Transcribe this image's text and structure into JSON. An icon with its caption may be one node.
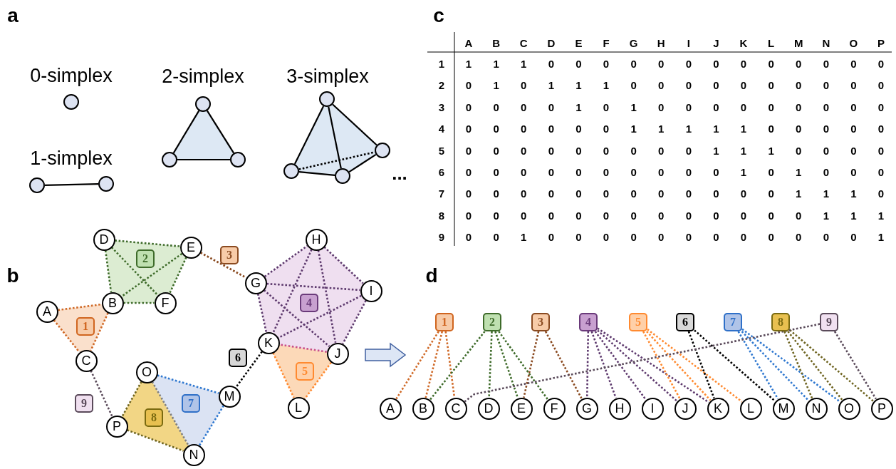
{
  "diagram": {
    "nodes": [
      {
        "text": [],
        "shape": "circle"
      },
      {
        "text": [],
        "shape": "circle"
      },
      {
        "text": [],
        "shape": "circle"
      },
      {
        "text": [],
        "shape": "circle"
      },
      {
        "text": [],
        "shape": "circle"
      },
      {
        "text": [],
        "shape": "circle"
      },
      {
        "text": [],
        "shape": "circle"
      },
      {
        "text": [],
        "shape": "circle"
      },
      {
        "text": [],
        "shape": "circle"
      },
      {
        "text": [],
        "shape": "circle"
      },
      {
        "text": [
          "A"
        ]
      },
      {
        "text": [
          "B"
        ]
      },
      {
        "text": [
          "C"
        ]
      },
      {
        "text": [
          "D"
        ]
      },
      {
        "text": [
          "E"
        ]
      },
      {
        "text": [
          "F"
        ]
      },
      {
        "text": [
          "G"
        ]
      },
      {
        "text": [
          "H"
        ]
      },
      {
        "text": [
          "I"
        ]
      },
      {
        "text": [
          "J"
        ]
      },
      {
        "text": [
          "K"
        ]
      },
      {
        "text": [
          "L"
        ]
      },
      {
        "text": [
          "M"
        ]
      },
      {
        "text": [
          "N"
        ]
      },
      {
        "text": [
          "O"
        ]
      },
      {
        "text": [
          "P"
        ]
      },
      {
        "text": [
          "1"
        ]
      },
      {
        "text": [
          "2"
        ]
      },
      {
        "text": [
          "3"
        ]
      },
      {
        "text": [
          "4"
        ]
      },
      {
        "text": [
          "5"
        ]
      },
      {
        "text": [
          "6"
        ]
      },
      {
        "text": [
          "7"
        ]
      },
      {
        "text": [
          "8"
        ]
      },
      {
        "text": [
          "9"
        ]
      },
      {
        "text": [
          "1"
        ]
      },
      {
        "text": [
          "2"
        ]
      },
      {
        "text": [
          "3"
        ]
      },
      {
        "text": [
          "4"
        ]
      },
      {
        "text": [
          "5"
        ]
      },
      {
        "text": [
          "6"
        ]
      },
      {
        "text": [
          "7"
        ]
      },
      {
        "text": [
          "8"
        ]
      },
      {
        "text": [
          "9"
        ]
      },
      {
        "text": [
          "A"
        ]
      },
      {
        "text": [
          "B"
        ]
      },
      {
        "text": [
          "C"
        ]
      },
      {
        "text": [
          "D"
        ]
      },
      {
        "text": [
          "E"
        ]
      },
      {
        "text": [
          "F"
        ]
      },
      {
        "text": [
          "G"
        ]
      },
      {
        "text": [
          "H"
        ]
      },
      {
        "text": [
          "I"
        ]
      },
      {
        "text": [
          "J"
        ]
      },
      {
        "text": [
          "K"
        ]
      },
      {
        "text": [
          "L"
        ]
      },
      {
        "text": [
          "M"
        ]
      },
      {
        "text": [
          "N"
        ]
      },
      {
        "text": [
          "O"
        ]
      },
      {
        "text": [
          "P"
        ]
      }
    ],
    "edges": [
      {
        "from": 1,
        "to": 2,
        "arrow": "none",
        "color": "#000000"
      },
      {
        "from": 3,
        "to": 4,
        "arrow": "none",
        "color": "#000000"
      },
      {
        "from": 3,
        "to": 5,
        "arrow": "none",
        "color": "#000000"
      },
      {
        "from": 4,
        "to": 5,
        "arrow": "none",
        "color": "#000000"
      },
      {
        "from": 6,
        "to": 7,
        "arrow": "none",
        "color": "#000000"
      },
      {
        "from": 6,
        "to": 8,
        "arrow": "none",
        "color": "#000000"
      },
      {
        "from": 6,
        "to": 9,
        "arrow": "none",
        "color": "#000000"
      },
      {
        "from": 7,
        "to": 8,
        "arrow": "none",
        "color": "#000000"
      },
      {
        "from": 8,
        "to": 9,
        "arrow": "none",
        "color": "#000000"
      },
      {
        "from": 7,
        "to": 9,
        "arrow": "none",
        "style": "dashed",
        "color": "#000000"
      },
      {
        "from": 10,
        "to": 11,
        "arrow": "none",
        "style": "dashed",
        "color": "#d06a28"
      },
      {
        "from": 11,
        "to": 12,
        "arrow": "none",
        "style": "dashed",
        "color": "#d06a28"
      },
      {
        "from": 10,
        "to": 12,
        "arrow": "none",
        "style": "dashed",
        "color": "#d06a28"
      },
      {
        "from": 13,
        "to": 14,
        "arrow": "none",
        "style": "dashed",
        "color": "#3e6b2a"
      },
      {
        "from": 13,
        "to": 11,
        "arrow": "none",
        "style": "dashed",
        "color": "#3e6b2a"
      },
      {
        "from": 13,
        "to": 15,
        "arrow": "none",
        "style": "dashed",
        "color": "#3e6b2a"
      },
      {
        "from": 14,
        "to": 11,
        "arrow": "none",
        "style": "dashed",
        "color": "#3e6b2a"
      },
      {
        "from": 14,
        "to": 15,
        "arrow": "none",
        "style": "dashed",
        "color": "#3e6b2a"
      },
      {
        "from": 11,
        "to": 15,
        "arrow": "none",
        "style": "dashed",
        "color": "#3e6b2a"
      },
      {
        "from": 14,
        "to": 16,
        "arrow": "none",
        "style": "dashed",
        "color": "#8a4a20"
      },
      {
        "from": 16,
        "to": 17,
        "arrow": "none",
        "style": "dashed",
        "color": "#5e3a6e"
      },
      {
        "from": 16,
        "to": 18,
        "arrow": "none",
        "style": "dashed",
        "color": "#5e3a6e"
      },
      {
        "from": 16,
        "to": 19,
        "arrow": "none",
        "style": "dashed",
        "color": "#5e3a6e"
      },
      {
        "from": 16,
        "to": 20,
        "arrow": "none",
        "style": "dashed",
        "color": "#5e3a6e"
      },
      {
        "from": 17,
        "to": 18,
        "arrow": "none",
        "style": "dashed",
        "color": "#5e3a6e"
      },
      {
        "from": 17,
        "to": 19,
        "arrow": "none",
        "style": "dashed",
        "color": "#5e3a6e"
      },
      {
        "from": 17,
        "to": 20,
        "arrow": "none",
        "style": "dashed",
        "color": "#5e3a6e"
      },
      {
        "from": 18,
        "to": 19,
        "arrow": "none",
        "style": "dashed",
        "color": "#5e3a6e"
      },
      {
        "from": 18,
        "to": 20,
        "arrow": "none",
        "style": "dashed",
        "color": "#5e3a6e"
      },
      {
        "from": 19,
        "to": 20,
        "arrow": "none",
        "style": "dashed",
        "color": "#c8508a"
      },
      {
        "from": 20,
        "to": 21,
        "arrow": "none",
        "style": "dashed",
        "color": "#ff8a30"
      },
      {
        "from": 19,
        "to": 21,
        "arrow": "none",
        "style": "dashed",
        "color": "#ff8a30"
      },
      {
        "from": 20,
        "to": 22,
        "arrow": "none",
        "style": "dashed",
        "color": "#000000"
      },
      {
        "from": 24,
        "to": 22,
        "arrow": "none",
        "style": "dashed",
        "color": "#2f78d0"
      },
      {
        "from": 22,
        "to": 23,
        "arrow": "none",
        "style": "dashed",
        "color": "#2f78d0"
      },
      {
        "from": 24,
        "to": 23,
        "arrow": "none",
        "style": "dashed",
        "color": "#808080"
      },
      {
        "from": 24,
        "to": 25,
        "arrow": "none",
        "style": "dashed",
        "color": "#6e6420"
      },
      {
        "from": 25,
        "to": 23,
        "arrow": "none",
        "style": "dashed",
        "color": "#6e6420"
      },
      {
        "from": 12,
        "to": 25,
        "arrow": "none",
        "style": "dashed",
        "color": "#5a4a5a"
      },
      {
        "from": 35,
        "to": 44,
        "arrow": "none",
        "style": "dashed",
        "color": "#d06a28"
      },
      {
        "from": 35,
        "to": 45,
        "arrow": "none",
        "style": "dashed",
        "color": "#d06a28"
      },
      {
        "from": 35,
        "to": 46,
        "arrow": "none",
        "style": "dashed",
        "color": "#d06a28"
      },
      {
        "from": 36,
        "to": 45,
        "arrow": "none",
        "style": "dashed",
        "color": "#3e6b2a"
      },
      {
        "from": 36,
        "to": 47,
        "arrow": "none",
        "style": "dashed",
        "color": "#3e6b2a"
      },
      {
        "from": 36,
        "to": 48,
        "arrow": "none",
        "style": "dashed",
        "color": "#3e6b2a"
      },
      {
        "from": 36,
        "to": 49,
        "arrow": "none",
        "style": "dashed",
        "color": "#3e6b2a"
      },
      {
        "from": 37,
        "to": 48,
        "arrow": "none",
        "style": "dashed",
        "color": "#8a4a20"
      },
      {
        "from": 37,
        "to": 50,
        "arrow": "none",
        "style": "dashed",
        "color": "#8a4a20"
      },
      {
        "from": 38,
        "to": 50,
        "arrow": "none",
        "style": "dashed",
        "color": "#5e3a6e"
      },
      {
        "from": 38,
        "to": 51,
        "arrow": "none",
        "style": "dashed",
        "color": "#5e3a6e"
      },
      {
        "from": 38,
        "to": 52,
        "arrow": "none",
        "style": "dashed",
        "color": "#5e3a6e"
      },
      {
        "from": 38,
        "to": 53,
        "arrow": "none",
        "style": "dashed",
        "color": "#5e3a6e"
      },
      {
        "from": 38,
        "to": 54,
        "arrow": "none",
        "style": "dashed",
        "color": "#5e3a6e"
      },
      {
        "from": 39,
        "to": 53,
        "arrow": "none",
        "style": "dashed",
        "color": "#ff8a30"
      },
      {
        "from": 39,
        "to": 54,
        "arrow": "none",
        "style": "dashed",
        "color": "#ff8a30"
      },
      {
        "from": 39,
        "to": 55,
        "arrow": "none",
        "style": "dashed",
        "color": "#ff8a30"
      },
      {
        "from": 40,
        "to": 54,
        "arrow": "none",
        "style": "dashed",
        "color": "#000000"
      },
      {
        "from": 40,
        "to": 56,
        "arrow": "none",
        "style": "dashed",
        "color": "#000000"
      },
      {
        "from": 41,
        "to": 56,
        "arrow": "none",
        "style": "dashed",
        "color": "#2f78d0"
      },
      {
        "from": 41,
        "to": 57,
        "arrow": "none",
        "style": "dashed",
        "color": "#2f78d0"
      },
      {
        "from": 41,
        "to": 58,
        "arrow": "none",
        "style": "dashed",
        "color": "#2f78d0"
      },
      {
        "from": 42,
        "to": 57,
        "arrow": "none",
        "style": "dashed",
        "color": "#6e6420"
      },
      {
        "from": 42,
        "to": 58,
        "arrow": "none",
        "style": "dashed",
        "color": "#6e6420"
      },
      {
        "from": 42,
        "to": 59,
        "arrow": "none",
        "style": "dashed",
        "color": "#6e6420"
      },
      {
        "from": 43,
        "to": 46,
        "arrow": "none",
        "style": "dashed",
        "color": "#5a4a5a"
      },
      {
        "from": 43,
        "to": 59,
        "arrow": "none",
        "style": "dashed",
        "color": "#5a4a5a"
      }
    ],
    "labels": [
      "a",
      "0-simplex",
      "2-simplex",
      "3-simplex",
      "1-simplex",
      "...",
      "c",
      "A",
      "B",
      "C",
      "D",
      "E",
      "F",
      "G",
      "H",
      "I",
      "J",
      "K",
      "L",
      "M",
      "N",
      "O",
      "P",
      "1",
      "1",
      "1",
      "1",
      "0",
      "0",
      "0",
      "0",
      "0",
      "0",
      "0",
      "0",
      "0",
      "0",
      "0",
      "0",
      "0",
      "2",
      "0",
      "1",
      "0",
      "1",
      "1",
      "1",
      "0",
      "0",
      "0",
      "0",
      "0",
      "0",
      "0",
      "0",
      "0",
      "0",
      "3",
      "0",
      "0",
      "0",
      "0",
      "1",
      "0",
      "1",
      "0",
      "0",
      "0",
      "0",
      "0",
      "0",
      "0",
      "0",
      "0",
      "4",
      "0",
      "0",
      "0",
      "0",
      "0",
      "0",
      "1",
      "1",
      "1",
      "1",
      "1",
      "0",
      "0",
      "0",
      "0",
      "0",
      "5",
      "0",
      "0",
      "0",
      "0",
      "0",
      "0",
      "0",
      "0",
      "0",
      "1",
      "1",
      "1",
      "0",
      "0",
      "0",
      "0",
      "6",
      "0",
      "0",
      "0",
      "0",
      "0",
      "0",
      "0",
      "0",
      "0",
      "0",
      "1",
      "0",
      "1",
      "0",
      "0",
      "0",
      "7",
      "0",
      "0",
      "0",
      "0",
      "0",
      "0",
      "0",
      "0",
      "0",
      "0",
      "0",
      "0",
      "1",
      "1",
      "1",
      "0",
      "8",
      "0",
      "0",
      "0",
      "0",
      "0",
      "0",
      "0",
      "0",
      "0",
      "0",
      "0",
      "0",
      "0",
      "1",
      "1",
      "1",
      "9",
      "0",
      "0",
      "1",
      "0",
      "0",
      "0",
      "0",
      "0",
      "0",
      "0",
      "0",
      "0",
      "0",
      "0",
      "0",
      "1",
      "b",
      "d"
    ]
  }
}
